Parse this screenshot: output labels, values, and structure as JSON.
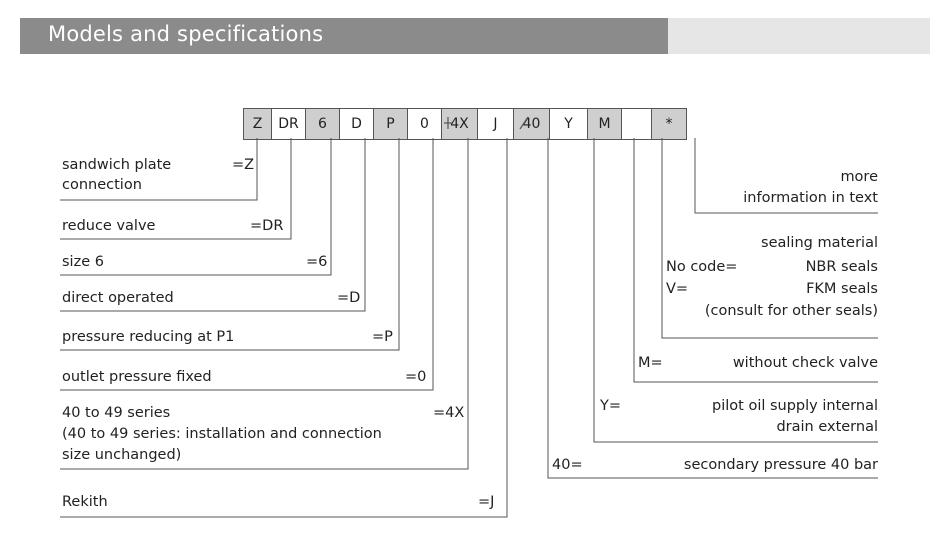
{
  "header": {
    "title": "Models and specifications"
  },
  "code": [
    {
      "text": "Z",
      "fill": "gray"
    },
    {
      "text": "DR",
      "fill": "white"
    },
    {
      "text": "6",
      "fill": "gray"
    },
    {
      "text": "D",
      "fill": "white"
    },
    {
      "text": "P",
      "fill": "gray"
    },
    {
      "text": "0",
      "fill": "white"
    },
    {
      "text": "4X",
      "fill": "gray"
    },
    {
      "text": "J",
      "fill": "white"
    },
    {
      "text": "40",
      "fill": "gray"
    },
    {
      "text": "Y",
      "fill": "white"
    },
    {
      "text": "M",
      "fill": "gray"
    },
    {
      "text": "",
      "fill": "white"
    },
    {
      "text": "*",
      "fill": "gray"
    }
  ],
  "left": {
    "z": {
      "label": "sandwich plate",
      "label2": "connection",
      "code": "=Z"
    },
    "dr": {
      "label": "reduce valve",
      "code": "=DR"
    },
    "size": {
      "label": "size 6",
      "code": "=6"
    },
    "d": {
      "label": "direct operated",
      "code": "=D"
    },
    "p": {
      "label": "pressure reducing at P1",
      "code": "=P"
    },
    "zero": {
      "label": "outlet pressure fixed",
      "code": "=0"
    },
    "series": {
      "label": "40 to 49 series",
      "code": "=4X",
      "line2": "(40 to 49 series: installation and connection",
      "line3": "size unchanged)"
    },
    "j": {
      "label": "Rekith",
      "code": "=J"
    }
  },
  "right": {
    "more": {
      "line1": "more",
      "line2": "information in text"
    },
    "seal": {
      "title": "sealing material",
      "nocode_key": "No code=",
      "nocode_val": "NBR seals",
      "v_key": "V=",
      "v_val": "FKM seals",
      "note": "(consult for other seals)"
    },
    "m": {
      "key": "M=",
      "val": "without check valve"
    },
    "y": {
      "key": "Y=",
      "val1": "pilot oil supply internal",
      "val2": "drain external"
    },
    "forty": {
      "key": "40=",
      "val": "secondary pressure 40 bar"
    }
  }
}
